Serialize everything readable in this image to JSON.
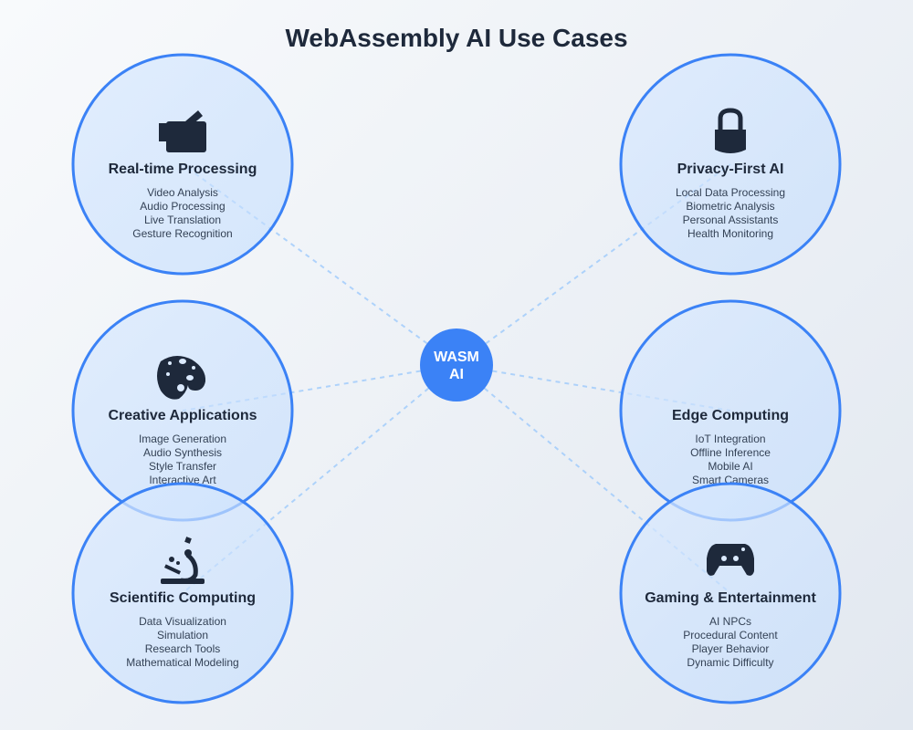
{
  "title": "WebAssembly AI Use Cases",
  "hub": {
    "line1": "WASM",
    "line2": "AI"
  },
  "colors": {
    "accent": "#3b82f6",
    "connector": "#93c5fd",
    "text": "#1e293b"
  },
  "nodes": [
    {
      "id": "realtime",
      "icon": "video-camera-icon",
      "title": "Real-time Processing",
      "items": [
        "Video Analysis",
        "Audio Processing",
        "Live Translation",
        "Gesture Recognition"
      ]
    },
    {
      "id": "privacy",
      "icon": "lock-icon",
      "title": "Privacy-First AI",
      "items": [
        "Local Data Processing",
        "Biometric Analysis",
        "Personal Assistants",
        "Health Monitoring"
      ]
    },
    {
      "id": "creative",
      "icon": "palette-icon",
      "title": "Creative Applications",
      "items": [
        "Image Generation",
        "Audio Synthesis",
        "Style Transfer",
        "Interactive Art"
      ]
    },
    {
      "id": "edge",
      "icon": "none",
      "title": "Edge Computing",
      "items": [
        "IoT Integration",
        "Offline Inference",
        "Mobile AI",
        "Smart Cameras"
      ]
    },
    {
      "id": "scientific",
      "icon": "microscope-icon",
      "title": "Scientific Computing",
      "items": [
        "Data Visualization",
        "Simulation",
        "Research Tools",
        "Mathematical Modeling"
      ]
    },
    {
      "id": "gaming",
      "icon": "gamepad-icon",
      "title": "Gaming & Entertainment",
      "items": [
        "AI NPCs",
        "Procedural Content",
        "Player Behavior",
        "Dynamic Difficulty"
      ]
    }
  ]
}
